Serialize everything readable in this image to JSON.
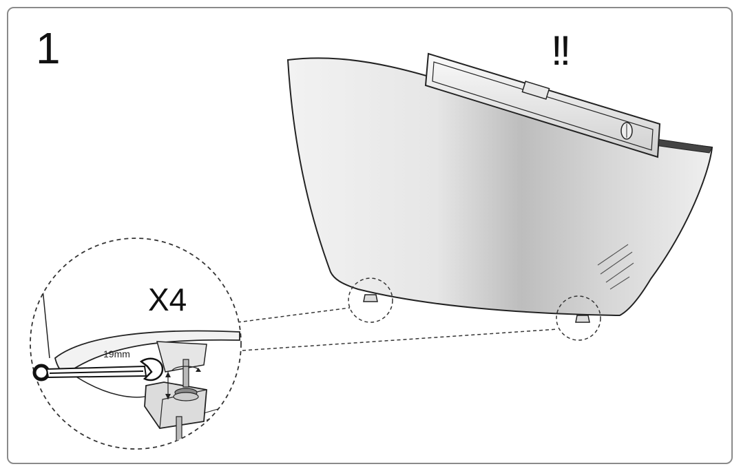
{
  "step": {
    "number": "1"
  },
  "warning": {
    "text": "!!"
  },
  "detail": {
    "quantity": "X4",
    "wrench_size": "19mm"
  },
  "colors": {
    "stroke": "#222222",
    "frame": "#8a8a8a",
    "tub_light": "#f4f4f4",
    "tub_mid": "#d9d9d9",
    "tub_dark": "#a9a9a9"
  },
  "icons": [
    "spirit-level-icon",
    "wrench-icon",
    "adjustable-foot-icon",
    "bathtub-icon"
  ]
}
